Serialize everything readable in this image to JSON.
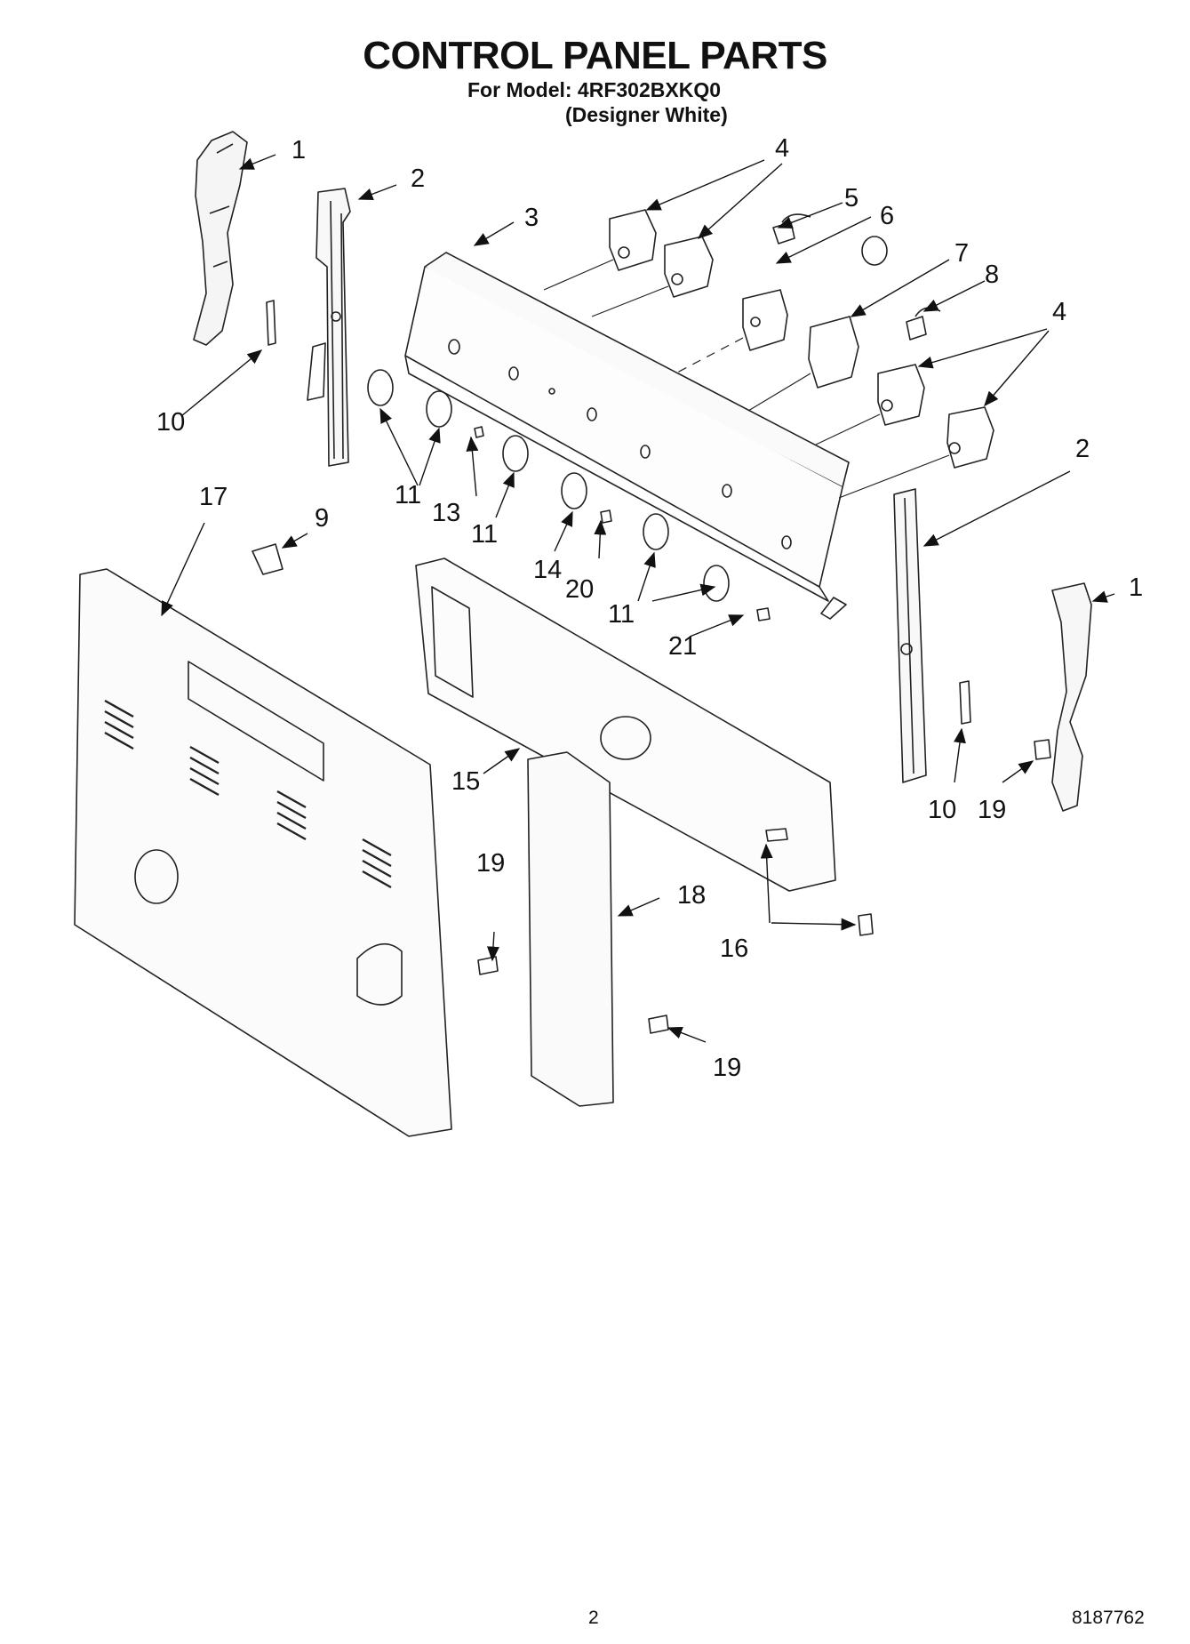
{
  "header": {
    "title": "CONTROL PANEL PARTS",
    "model_line": "For Model: 4RF302BXKQ0",
    "variant_line": "(Designer White)"
  },
  "callouts": [
    "1",
    "2",
    "3",
    "4",
    "5",
    "6",
    "7",
    "8",
    "9",
    "10",
    "11",
    "13",
    "14",
    "15",
    "16",
    "17",
    "18",
    "19",
    "20",
    "21"
  ],
  "footer": {
    "page_number": "2",
    "document_number": "8187762"
  }
}
